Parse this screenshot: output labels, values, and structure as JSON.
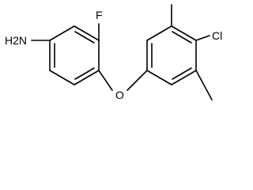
{
  "molecule": {
    "atom_labels": {
      "amine": "H2N",
      "fluorine": "F",
      "oxygen": "O",
      "chlorine": "Cl"
    },
    "colors": {
      "bond": "#000000",
      "text": "#000000",
      "background": "#ffffff"
    }
  }
}
